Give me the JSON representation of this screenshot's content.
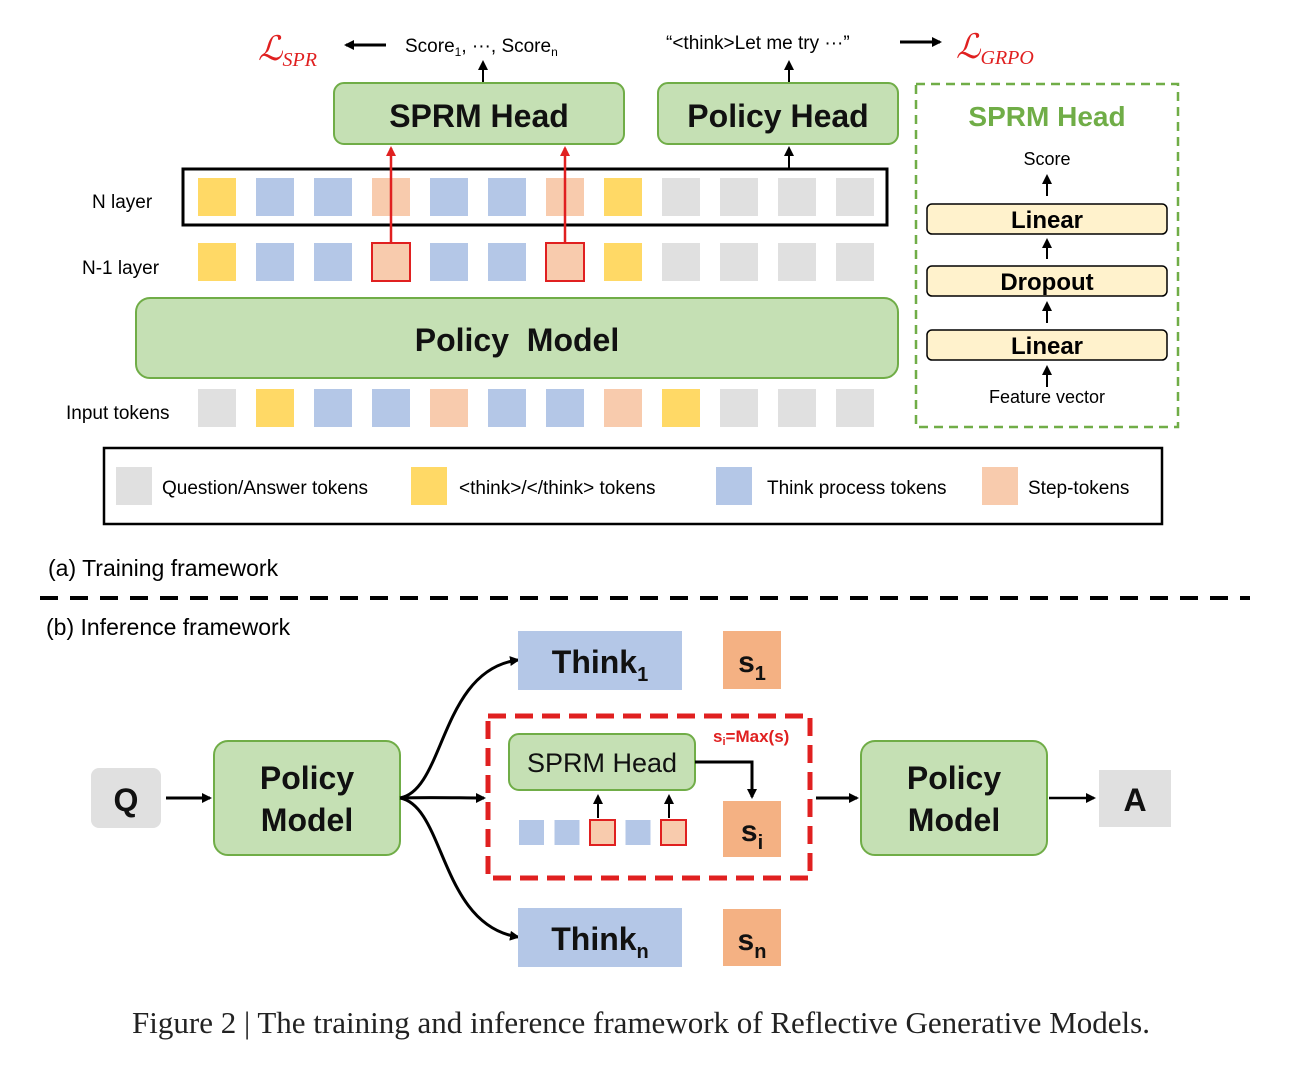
{
  "colors": {
    "green_fill": "#c5e0b4",
    "green_stroke": "#70ad47",
    "blue": "#b4c7e7",
    "yellow": "#ffd966",
    "peach": "#f8cbad",
    "gray": "#e0e0e0",
    "orange": "#f4b183",
    "cream": "#fff2cc",
    "red": "#e02020",
    "black": "#000000"
  },
  "training": {
    "loss_spr": {
      "main": "ℒ",
      "sub": "SPR"
    },
    "loss_grpo": {
      "main": "ℒ",
      "sub": "GRPO"
    },
    "scores": {
      "w1": "Score",
      "s1": "1",
      "mid": ", ···, ",
      "w2": "Score",
      "s2": "n"
    },
    "think_quote": "“<think>Let me try ···”",
    "sprm_head": "SPRM Head",
    "policy_head": "Policy Head",
    "n_layer": "N layer",
    "n1_layer": "N-1 layer",
    "policy_model": "Policy  Model",
    "input_tokens": "Input tokens",
    "n_layer_tokens": [
      "yellow",
      "blue",
      "blue",
      "peach",
      "blue",
      "blue",
      "peach",
      "yellow",
      "gray",
      "gray",
      "gray",
      "gray"
    ],
    "n1_layer_tokens": [
      "yellow",
      "blue",
      "blue",
      "peach",
      "blue",
      "blue",
      "peach",
      "yellow",
      "gray",
      "gray",
      "gray",
      "gray"
    ],
    "input_token_list": [
      "gray",
      "yellow",
      "blue",
      "blue",
      "peach",
      "blue",
      "blue",
      "peach",
      "yellow",
      "gray",
      "gray",
      "gray"
    ],
    "sprm_detail": {
      "title": "SPRM Head",
      "score": "Score",
      "layers": [
        "Linear",
        "Dropout",
        "Linear"
      ],
      "feature": "Feature vector"
    },
    "legend": [
      {
        "color": "gray",
        "label": "Question/Answer tokens"
      },
      {
        "color": "yellow",
        "label": "<think>/</think> tokens"
      },
      {
        "color": "blue",
        "label": "Think process tokens"
      },
      {
        "color": "peach",
        "label": "Step-tokens"
      }
    ],
    "caption": "(a) Training framework"
  },
  "inference": {
    "caption": "(b) Inference framework",
    "q": "Q",
    "a": "A",
    "policy_model_lines": [
      "Policy",
      "Model"
    ],
    "think1": {
      "main": "Think",
      "sub": "1"
    },
    "thinkn": {
      "main": "Think",
      "sub": "n"
    },
    "s1": {
      "main": "s",
      "sub": "1"
    },
    "sn": {
      "main": "s",
      "sub": "n"
    },
    "si": {
      "main": "s",
      "sub": "i"
    },
    "sprm_head": "SPRM Head",
    "max_label": {
      "pre": "s",
      "sub": "i",
      "post": "=Max(s)"
    },
    "mini_tokens": [
      "blue",
      "blue",
      "peach",
      "blue",
      "peach"
    ]
  },
  "figure_caption": "Figure 2 | The training and inference framework of Reflective Generative Models."
}
